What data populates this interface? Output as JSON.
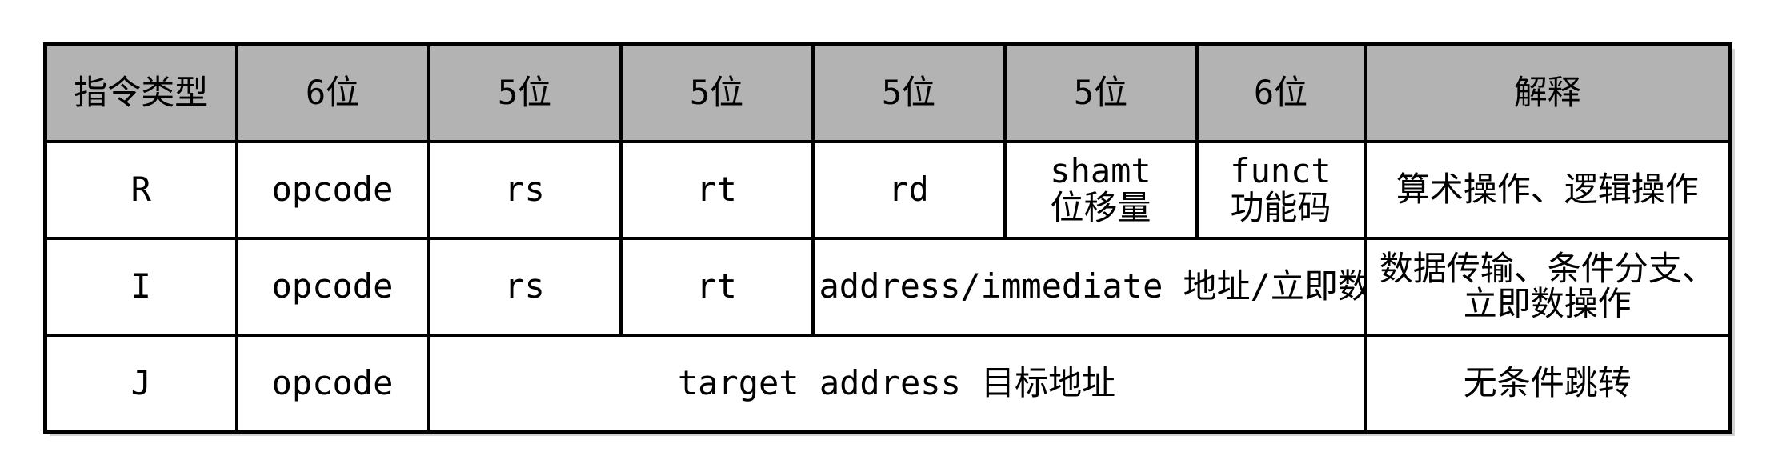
{
  "header": {
    "type": "指令类型",
    "b1": "6位",
    "b2": "5位",
    "b3": "5位",
    "b4": "5位",
    "b5": "5位",
    "b6": "6位",
    "desc": "解释"
  },
  "rows": {
    "r": {
      "type": "R",
      "opcode": "opcode",
      "rs": "rs",
      "rt": "rt",
      "rd": "rd",
      "shamt": "shamt",
      "shamt_cn": "位移量",
      "funct": "funct",
      "funct_cn": "功能码",
      "desc": "算术操作、逻辑操作"
    },
    "i": {
      "type": "I",
      "opcode": "opcode",
      "rs": "rs",
      "rt": "rt",
      "addr": "address/immediate 地址/立即数",
      "desc_line1": "数据传输、条件分支、",
      "desc_line2": "立即数操作"
    },
    "j": {
      "type": "J",
      "opcode": "opcode",
      "target": "target address 目标地址",
      "desc": "无条件跳转"
    }
  },
  "colors": {
    "header_bg": "#b3b3b3",
    "border": "#000000",
    "shadow": "#d2d2d2"
  }
}
